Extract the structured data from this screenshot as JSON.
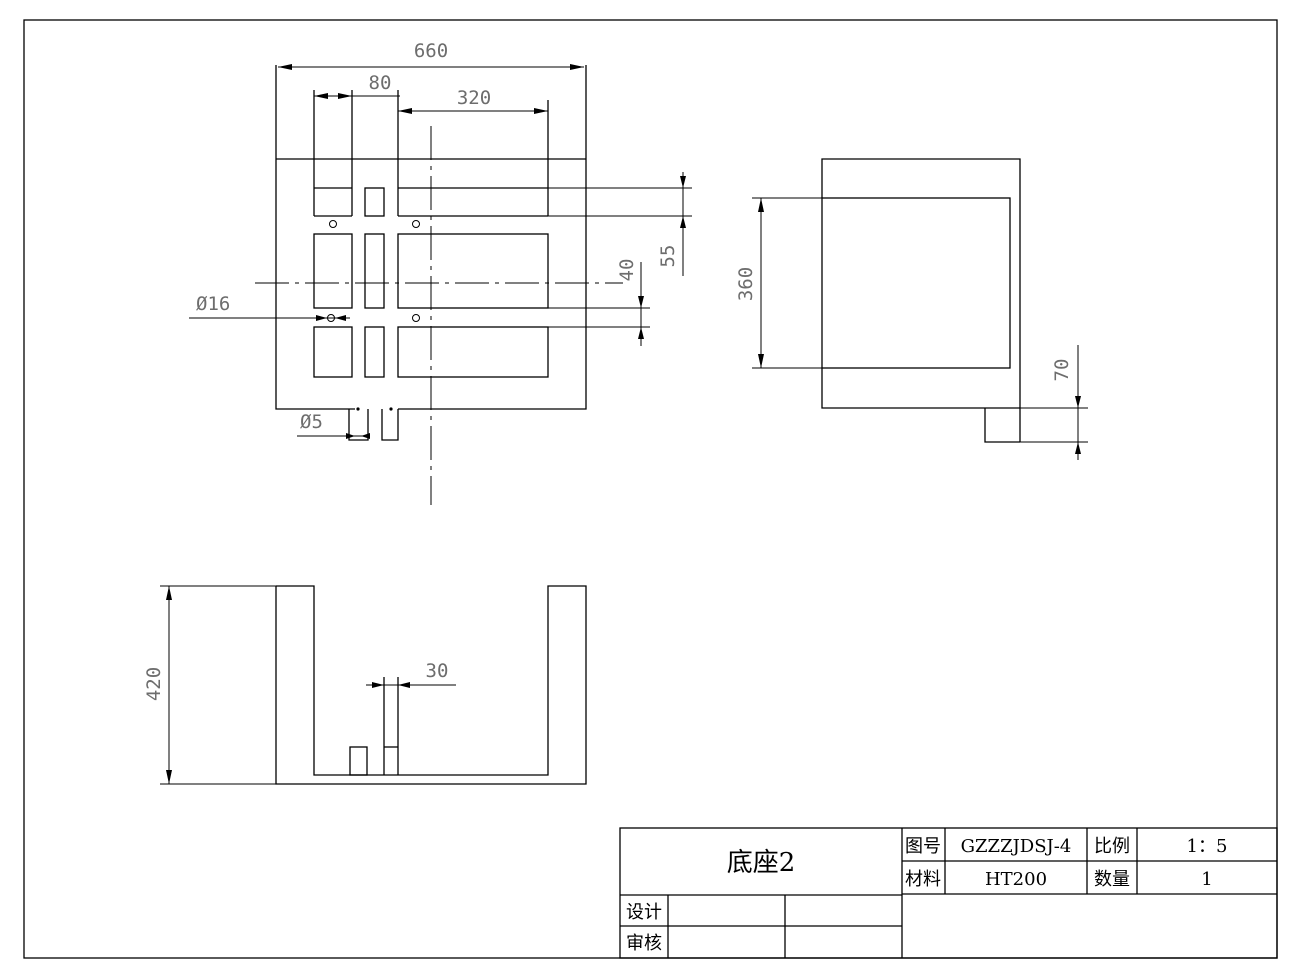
{
  "dimensions": {
    "width_660": "660",
    "width_80": "80",
    "width_320": "320",
    "dim_55": "55",
    "dim_40": "40",
    "dia_16": "Ø16",
    "dia_5": "Ø5",
    "height_360": "360",
    "height_70": "70",
    "height_420": "420",
    "width_30": "30"
  },
  "title_block": {
    "part_name": "底座2",
    "drawing_no_label": "图号",
    "drawing_no": "GZZZJDSJ-4",
    "scale_label": "比例",
    "scale": "1：5",
    "material_label": "材料",
    "material": "HT200",
    "quantity_label": "数量",
    "quantity": "1",
    "design_label": "设计",
    "review_label": "审核"
  }
}
